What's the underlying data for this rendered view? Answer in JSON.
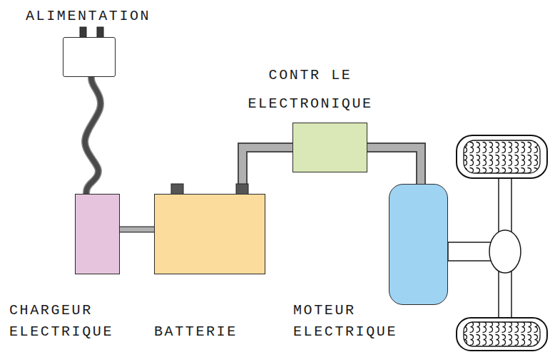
{
  "diagram": {
    "nodes": [
      {
        "text": [
          "ALIMENTATION"
        ]
      },
      {
        "text": [
          "CHARGEUR ELECTRIQUE"
        ]
      },
      {
        "text": [
          "BATTERIE"
        ]
      },
      {
        "text": [
          "CONTR LE ELECTRONIQUE"
        ]
      },
      {
        "text": [
          "MOTEUR ELECTRIQUE"
        ]
      }
    ],
    "edges": [
      {
        "from": 0,
        "to": 1,
        "arrow": "none"
      },
      {
        "from": 1,
        "to": 2,
        "arrow": "none"
      },
      {
        "from": 2,
        "to": 3,
        "arrow": "none"
      },
      {
        "from": 3,
        "to": 4,
        "arrow": "none"
      }
    ]
  }
}
